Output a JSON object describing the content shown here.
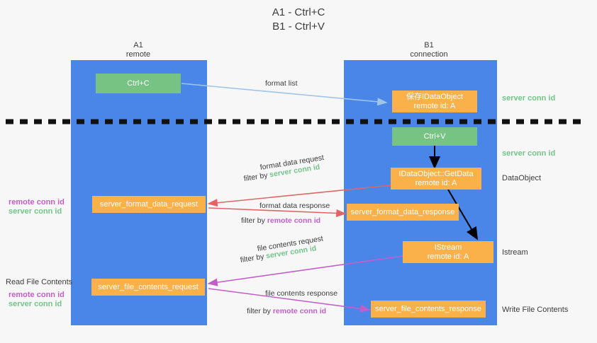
{
  "title": {
    "line1": "A1 - Ctrl+C",
    "line2": "B1 - Ctrl+V"
  },
  "lanes": [
    {
      "id": "a1",
      "name": "A1",
      "subtitle": "remote"
    },
    {
      "id": "b1",
      "name": "B1",
      "subtitle": "connection"
    }
  ],
  "colors": {
    "lane": "#4a86e8",
    "green_box": "#77c383",
    "orange_box": "#fbb14a",
    "server_conn": "#73c48a",
    "remote_conn": "#c35ec9",
    "blue_arrow": "#9fc5e8",
    "red_arrow": "#e06666",
    "magenta_arrow": "#c35ec9",
    "black_arrow": "#000000",
    "background": "#f7f7f7"
  },
  "boxes": {
    "ctrl_c": "Ctrl+C",
    "ctrl_v": "Ctrl+V",
    "save_idataobject_line1": "保存IDataObject",
    "save_idataobject_line2": "remote id: A",
    "getdata_line1": "IDataObject::GetData",
    "getdata_line2": "remote id: A",
    "istream_line1": "IStream",
    "istream_line2": "remote id: A",
    "server_format_data_request": "server_format_data_request",
    "server_format_data_response": "server_format_data_response",
    "server_file_contents_request": "server_file_contents_request",
    "server_file_contents_response": "server_file_contents_response"
  },
  "right_annotations": [
    {
      "id": "server-conn-id-1",
      "text": "server conn id",
      "style": "green"
    },
    {
      "id": "server-conn-id-2",
      "text": "server conn id",
      "style": "green"
    },
    {
      "id": "dataobject",
      "text": "DataObject",
      "style": "plain"
    },
    {
      "id": "istream",
      "text": "Istream",
      "style": "plain"
    },
    {
      "id": "write-file-contents",
      "text": "Write File Contents",
      "style": "plain"
    }
  ],
  "left_annotations": [
    {
      "id": "remote-conn-id-1",
      "text": "remote conn id",
      "style": "magenta"
    },
    {
      "id": "server-conn-id-3",
      "text": "server conn id",
      "style": "green"
    },
    {
      "id": "read-file-contents",
      "text": "Read File Contents",
      "style": "plain"
    },
    {
      "id": "remote-conn-id-2",
      "text": "remote conn id",
      "style": "magenta"
    },
    {
      "id": "server-conn-id-4",
      "text": "server conn id",
      "style": "green"
    }
  ],
  "edge_labels": {
    "format_list": "format list",
    "format_data_request": "format data request",
    "format_data_request_filter_prefix": "filter by ",
    "format_data_request_filter_value": "server conn id",
    "format_data_response": "format data response",
    "format_data_response_filter_prefix": "filter by ",
    "format_data_response_filter_value": "remote conn id",
    "file_contents_request": "file contents request",
    "file_contents_request_filter_prefix": "filter by ",
    "file_contents_request_filter_value": "server conn id",
    "file_contents_response": "file contents response",
    "file_contents_response_filter_prefix": "filter by ",
    "file_contents_response_filter_value": "remote conn id"
  }
}
